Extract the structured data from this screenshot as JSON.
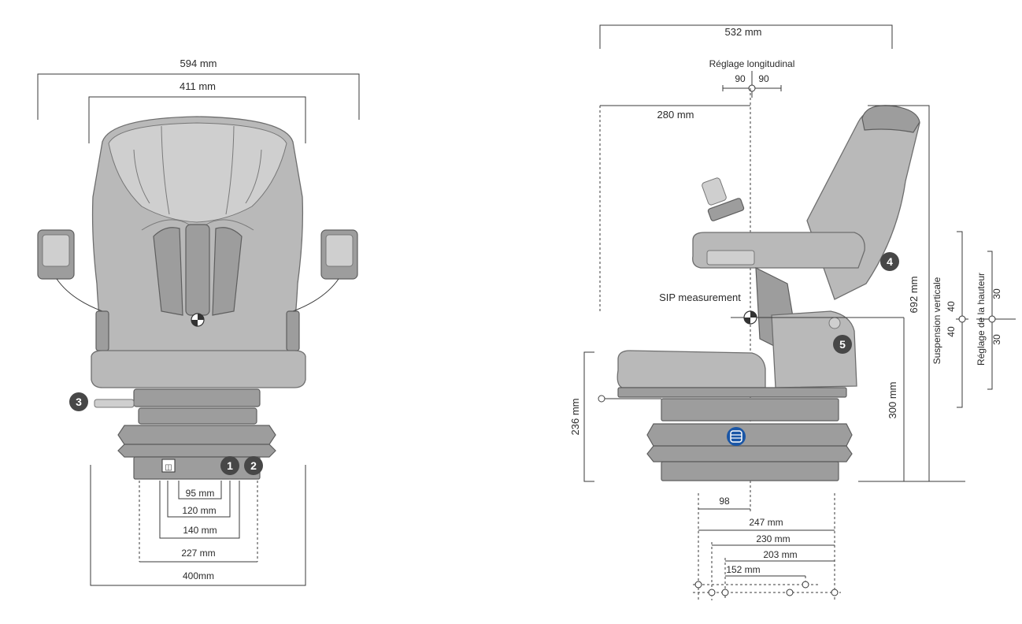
{
  "front_view": {
    "dims": {
      "overall_width": "594 mm",
      "backrest_width": "411 mm",
      "d95": "95 mm",
      "d120": "120 mm",
      "d140": "140 mm",
      "d227": "227 mm",
      "base_width": "400mm"
    },
    "badges": [
      "1",
      "2",
      "3"
    ]
  },
  "side_view": {
    "dims": {
      "overall_depth": "532 mm",
      "longitudinal_label": "Réglage longitudinal",
      "long_back": "90",
      "long_fwd": "90",
      "sip_offset": "280 mm",
      "sip_label": "SIP measurement",
      "height_total": "692 mm",
      "height_300": "300 mm",
      "height_236": "236 mm",
      "vertical_label": "Suspension verticale",
      "vert_up": "40",
      "vert_down": "40",
      "height_adj_label": "Réglage de la hauteur",
      "hadj_up": "30",
      "hadj_down": "30",
      "d98": "98",
      "d247": "247 mm",
      "d230": "230 mm",
      "d203": "203 mm",
      "d152": "152 mm"
    },
    "badges": [
      "4",
      "5"
    ]
  },
  "colors": {
    "accent_blue": "#1a56a6",
    "badge_gray": "#474747"
  }
}
